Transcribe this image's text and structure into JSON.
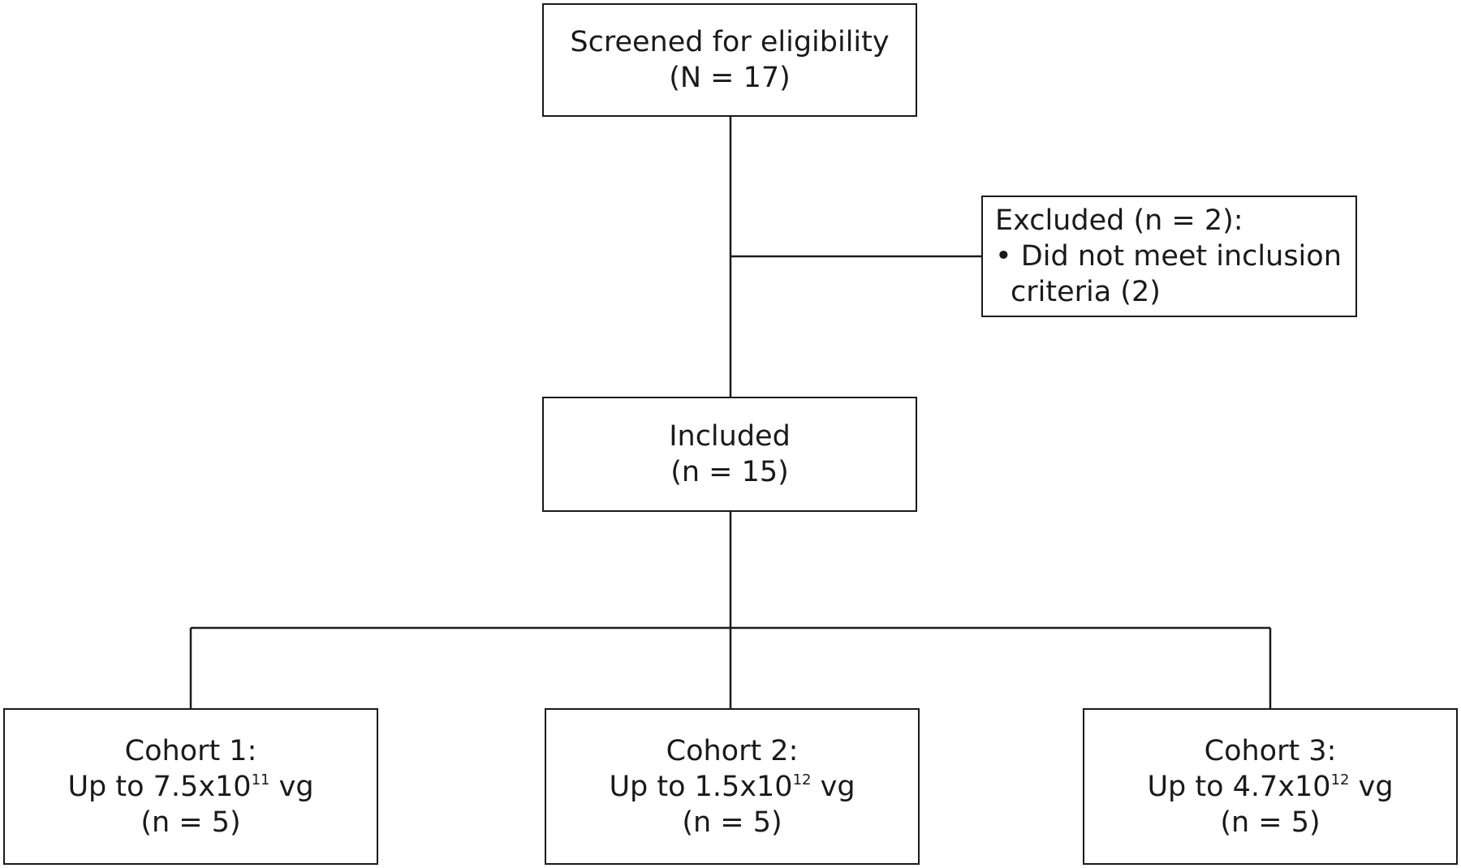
{
  "flowchart": {
    "screened": {
      "title": "Screened for eligibility",
      "count": "(N = 17)"
    },
    "excluded": {
      "title": "Excluded (n = 2):",
      "bullet": "•",
      "reason_line1": "Did not meet inclusion",
      "reason_line2": "criteria (2)"
    },
    "included": {
      "title": "Included",
      "count": "(n = 15)"
    },
    "cohorts": [
      {
        "title": "Cohort 1:",
        "dose_prefix": "Up to 7.5x10",
        "dose_exponent": "11",
        "dose_unit": " vg",
        "count": "(n = 5)"
      },
      {
        "title": "Cohort 2:",
        "dose_prefix": "Up to 1.5x10",
        "dose_exponent": "12",
        "dose_unit": " vg",
        "count": "(n = 5)"
      },
      {
        "title": "Cohort 3:",
        "dose_prefix": "Up to 4.7x10",
        "dose_exponent": "12",
        "dose_unit": " vg",
        "count": "(n = 5)"
      }
    ]
  },
  "colors": {
    "line": "#1a1a1a",
    "background": "#ffffff"
  }
}
